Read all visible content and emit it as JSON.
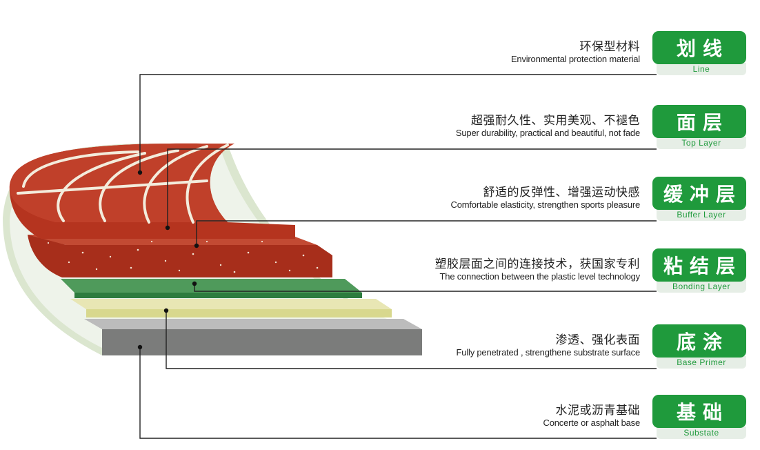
{
  "labels": [
    {
      "cn": "环保型材料",
      "en": "Environmental protection material",
      "badge_cn": "划线",
      "badge_en": "Line"
    },
    {
      "cn": "超强耐久性、实用美观、不褪色",
      "en": "Super durability, practical and beautiful, not fade",
      "badge_cn": "面层",
      "badge_en": "Top Layer"
    },
    {
      "cn": "舒适的反弹性、增强运动快感",
      "en": "Comfortable elasticity, strengthen sports pleasure",
      "badge_cn": "缓冲层",
      "badge_en": "Buffer Layer"
    },
    {
      "cn": "塑胶层面之间的连接技术，获国家专利",
      "en": "The connection between the plastic level technology",
      "badge_cn": "粘结层",
      "badge_en": "Bonding Layer"
    },
    {
      "cn": "渗透、强化表面",
      "en": "Fully penetrated , strengthene substrate surface",
      "badge_cn": "底涂",
      "badge_en": "Base Primer"
    },
    {
      "cn": "水泥或沥青基础",
      "en": "Concerte or asphalt base",
      "badge_cn": "基础",
      "badge_en": "Substate"
    }
  ],
  "colors": {
    "badge_green": "#1f9a3c",
    "track_red": "#b5341f",
    "bonding_green": "#3f8f4e",
    "primer_yellow": "#dede97",
    "substrate_gray": "#7b7c7b",
    "base_curve": "#d9e6cc"
  }
}
